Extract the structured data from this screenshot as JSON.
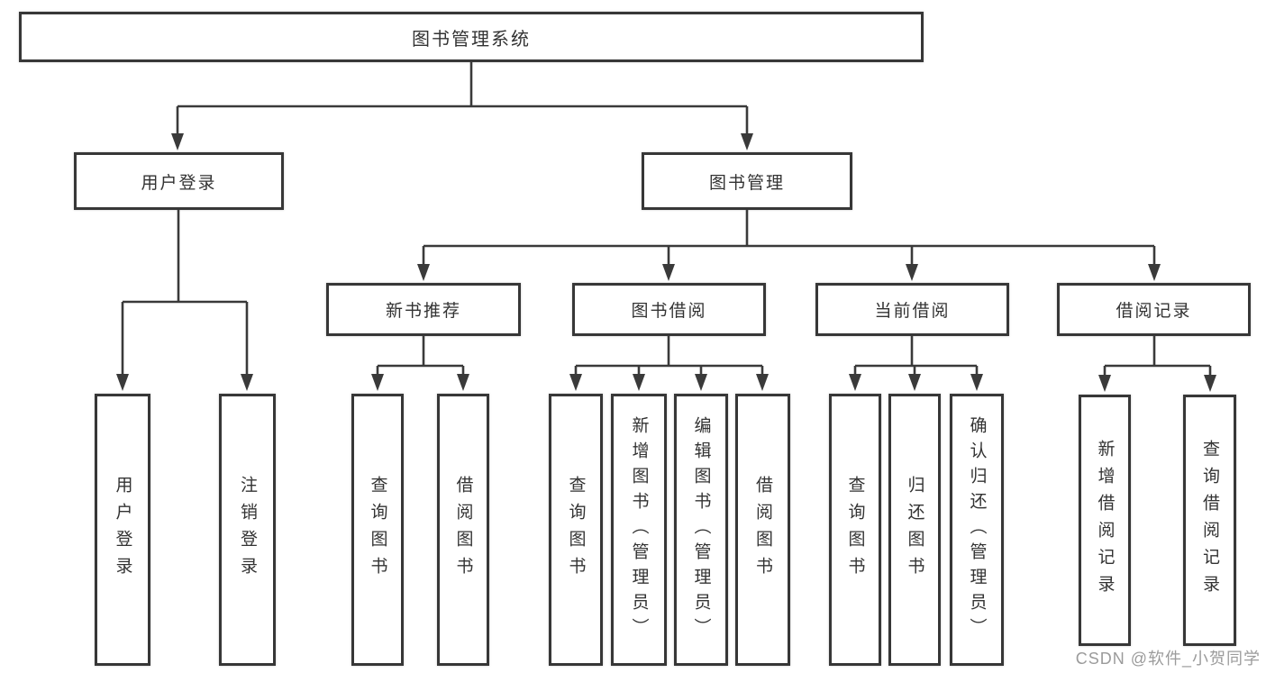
{
  "tree": {
    "root": "图书管理系统",
    "branches": [
      {
        "label": "用户登录",
        "children": [
          {
            "label": "用户登录"
          },
          {
            "label": "注销登录"
          }
        ]
      },
      {
        "label": "图书管理",
        "children": [
          {
            "label": "新书推荐",
            "children": [
              {
                "label": "查询图书"
              },
              {
                "label": "借阅图书"
              }
            ]
          },
          {
            "label": "图书借阅",
            "children": [
              {
                "label": "查询图书"
              },
              {
                "label": "新增图书（管理员）"
              },
              {
                "label": "编辑图书（管理员）"
              },
              {
                "label": "借阅图书"
              }
            ]
          },
          {
            "label": "当前借阅",
            "children": [
              {
                "label": "查询图书"
              },
              {
                "label": "归还图书"
              },
              {
                "label": "确认归还（管理员）"
              }
            ]
          },
          {
            "label": "借阅记录",
            "children": [
              {
                "label": "新增借阅记录"
              },
              {
                "label": "查询借阅记录"
              }
            ]
          }
        ]
      }
    ]
  },
  "watermark": {
    "text": "CSDN @软件_小贺同学"
  },
  "colors": {
    "line": "#3a3a3a",
    "box_border": "#373737",
    "text": "#333333",
    "watermark_text": "#9b9b9b",
    "background": "#ffffff"
  }
}
